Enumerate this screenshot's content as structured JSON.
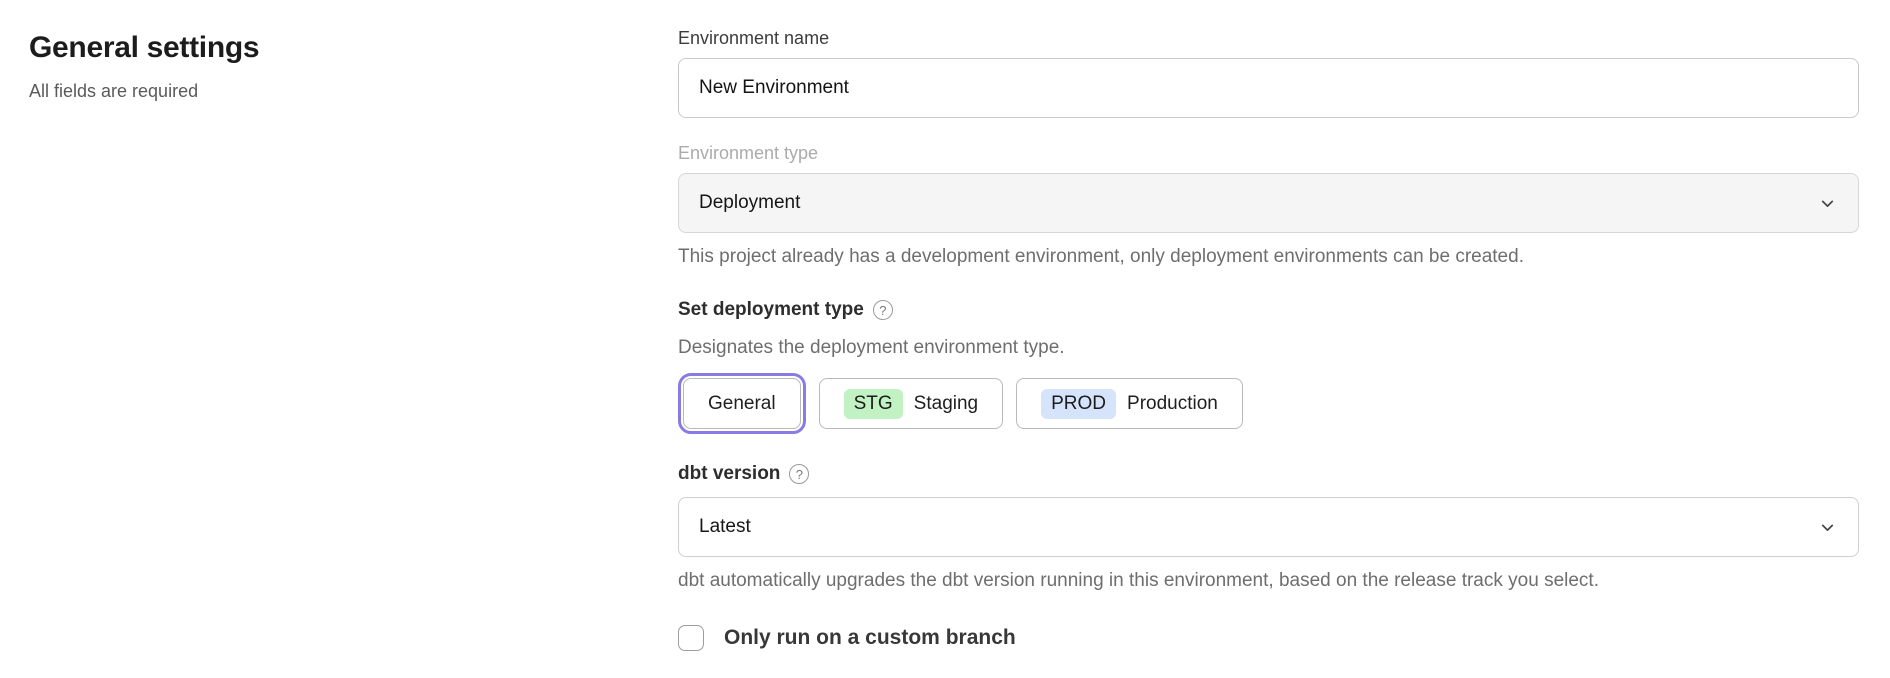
{
  "page": {
    "title": "General settings",
    "subtitle": "All fields are required"
  },
  "icons": {
    "help_glyph": "?"
  },
  "colors": {
    "accent_ring": "#897be6",
    "staging_badge_bg": "#c2f2c3",
    "production_badge_bg": "#d6e4fb",
    "disabled_field_bg": "#f5f5f5"
  },
  "form": {
    "environment_name": {
      "label": "Environment name",
      "value": "New Environment"
    },
    "environment_type": {
      "label": "Environment type",
      "value": "Deployment",
      "disabled": true,
      "helper": "This project already has a development environment, only deployment environments can be created."
    },
    "deployment_type": {
      "label": "Set deployment type",
      "helper": "Designates the deployment environment type.",
      "options": [
        {
          "label": "General",
          "selected": true
        },
        {
          "badge": "STG",
          "label": "Staging",
          "badge_bg": "#c2f2c3"
        },
        {
          "badge": "PROD",
          "label": "Production",
          "badge_bg": "#d6e4fb"
        }
      ]
    },
    "dbt_version": {
      "label": "dbt version",
      "value": "Latest",
      "helper": "dbt automatically upgrades the dbt version running in this environment, based on the release track you select."
    },
    "custom_branch": {
      "label": "Only run on a custom branch",
      "checked": false
    }
  }
}
